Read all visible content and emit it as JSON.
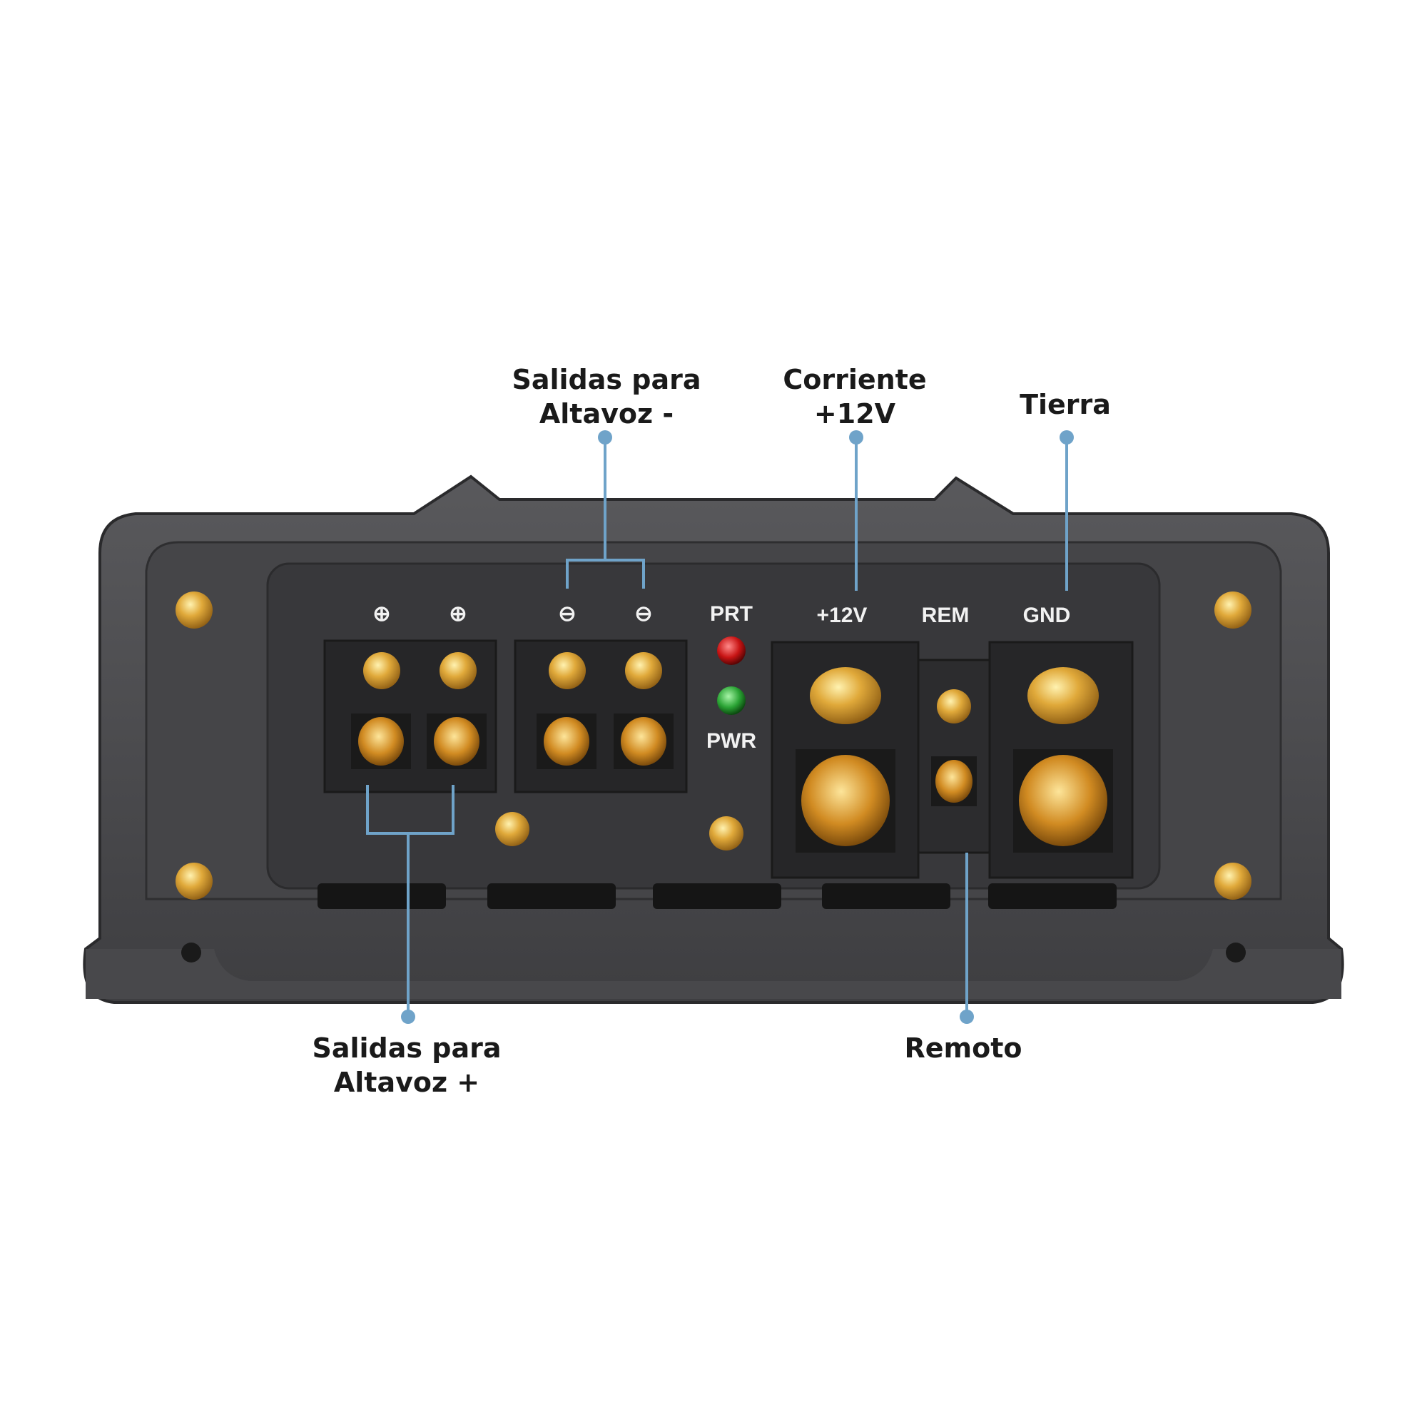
{
  "callouts": {
    "neg_outputs": {
      "line1": "Salidas para",
      "line2": "Altavoz -"
    },
    "power": {
      "line1": "Corriente",
      "line2": "+12V"
    },
    "ground": {
      "line1": "Tierra"
    },
    "pos_outputs": {
      "line1": "Salidas para",
      "line2": "Altavoz +"
    },
    "remote": {
      "line1": "Remoto"
    }
  },
  "panel": {
    "terminal_symbols": [
      "⊕",
      "⊕",
      "⊖",
      "⊖"
    ],
    "led_top": "PRT",
    "led_bottom": "PWR",
    "power_labels": [
      "+12V",
      "REM",
      "GND"
    ]
  },
  "colors": {
    "leader": "#6fa3c9",
    "chassis": "#4a4a4d",
    "panel": "#3b3b3e",
    "gold": "#d9a431",
    "led_red": "#d42020",
    "led_green": "#2fae3a"
  }
}
